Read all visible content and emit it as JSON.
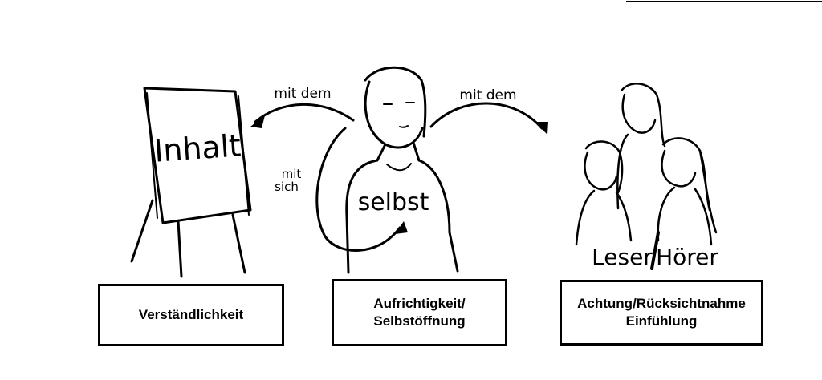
{
  "flipchart": {
    "label": "Inhalt"
  },
  "person": {
    "shirt_label": "selbst"
  },
  "group": {
    "label_left": "Leser",
    "label_right": "Hörer"
  },
  "arrows": {
    "to_content": "mit dem",
    "to_self_line1": "mit",
    "to_self_line2": "sich",
    "to_audience": "mit dem"
  },
  "boxes": {
    "left": {
      "line1": "Verständlichkeit"
    },
    "center": {
      "line1": "Aufrichtigkeit/",
      "line2": "Selbstöffnung"
    },
    "right": {
      "line1": "Achtung/Rücksichtnahme",
      "line2": "Einfühlung"
    }
  }
}
